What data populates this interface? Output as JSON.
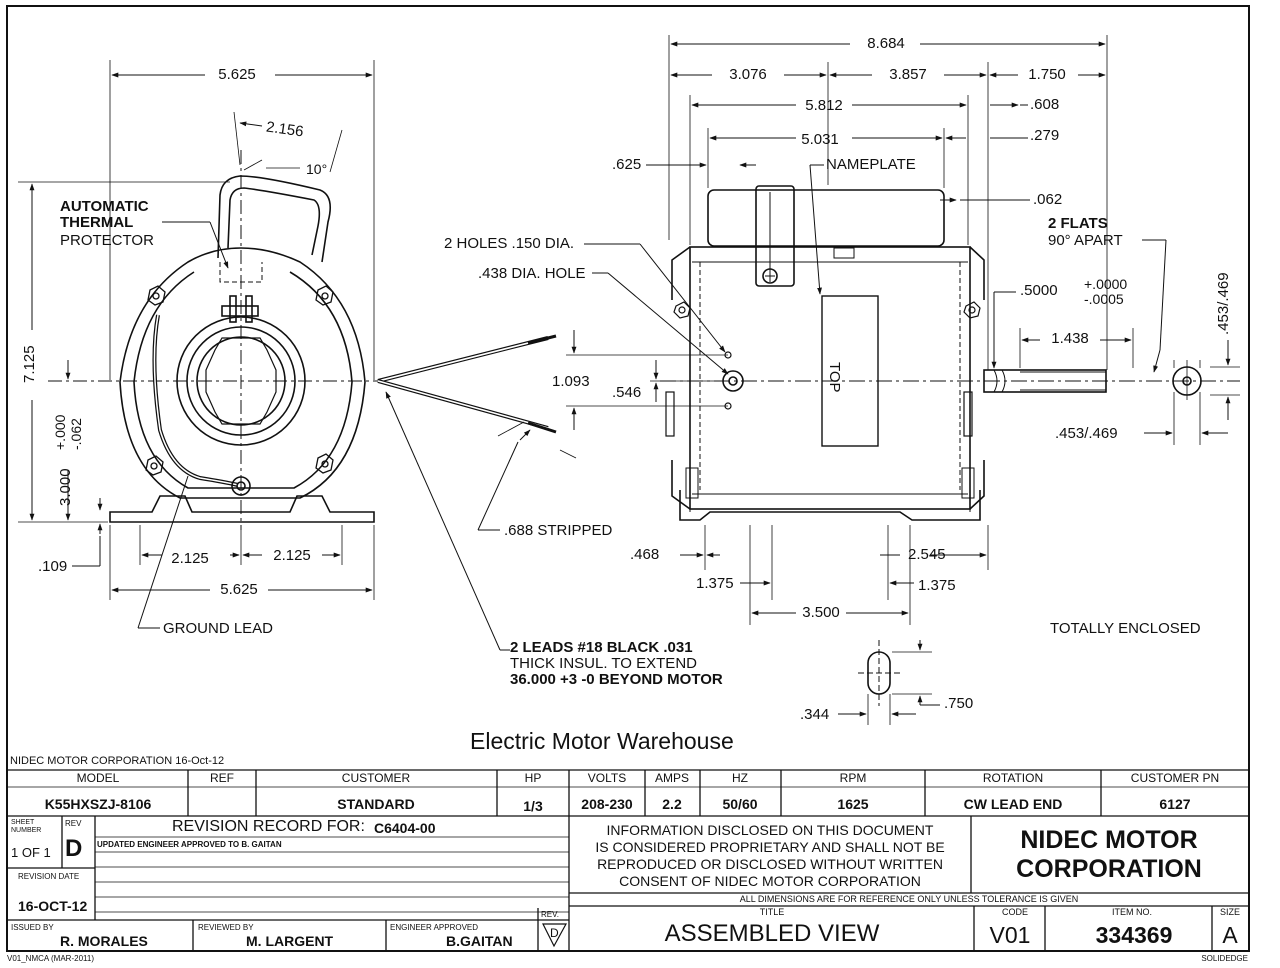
{
  "drawing": {
    "front_view": {
      "dim_width_top": "5.625",
      "dim_2156": "2.156",
      "dim_angle": "10°",
      "thermal_line1": "AUTOMATIC",
      "thermal_line2": "THERMAL",
      "thermal_line3": "PROTECTOR",
      "dim_height": "7.125",
      "tol_plus": "+.000",
      "tol_minus": "-.062",
      "dim_3000": "3.000",
      "dim_109": ".109",
      "dim_2125_left": "2.125",
      "dim_2125_right": "2.125",
      "dim_width_bottom": "5.625",
      "ground_lead": "GROUND LEAD"
    },
    "leads": {
      "holes": "2 HOLES .150 DIA.",
      "hole438": ".438 DIA. HOLE",
      "dim_1093": "1.093",
      "dim_546": ".546",
      "stripped": ".688 STRIPPED",
      "lead_line1": "2 LEADS #18 BLACK .031",
      "lead_line2": "THICK INSUL. TO EXTEND",
      "lead_line3": "36.000 +3 -0 BEYOND MOTOR"
    },
    "side_view": {
      "dim_8684": "8.684",
      "dim_3076": "3.076",
      "dim_3857": "3.857",
      "dim_1750": "1.750",
      "dim_5812": "5.812",
      "dim_608": ".608",
      "dim_5031": "5.031",
      "dim_279": ".279",
      "dim_625": ".625",
      "nameplate": "NAMEPLATE",
      "dim_062": ".062",
      "flats_line1": "2 FLATS",
      "flats_line2": "90° APART",
      "dim_5000": ".5000",
      "tol2_plus": "+.0000",
      "tol2_minus": "-.0005",
      "dim_1438": "1.438",
      "top_label": "TOP",
      "dim_453_469_v": ".453/.469",
      "dim_453_469_h": ".453/.469",
      "dim_468": ".468",
      "dim_2545": "2.545",
      "dim_1375_left": "1.375",
      "dim_1375_right": "1.375",
      "dim_3500": "3.500",
      "dim_344": ".344",
      "dim_750": ".750",
      "enclosure": "TOTALLY ENCLOSED"
    },
    "watermark": "Electric Motor Warehouse"
  },
  "title_block": {
    "header_line": "NIDEC MOTOR CORPORATION 16-Oct-12",
    "columns": [
      {
        "head": "MODEL",
        "value": "K55HXSZJ-8106"
      },
      {
        "head": "REF",
        "value": ""
      },
      {
        "head": "CUSTOMER",
        "value": "STANDARD"
      },
      {
        "head": "HP",
        "value": "1/3"
      },
      {
        "head": "VOLTS",
        "value": "208-230"
      },
      {
        "head": "AMPS",
        "value": "2.2"
      },
      {
        "head": "HZ",
        "value": "50/60"
      },
      {
        "head": "RPM",
        "value": "1625"
      },
      {
        "head": "ROTATION",
        "value": "CW LEAD END"
      },
      {
        "head": "CUSTOMER PN",
        "value": "6127"
      }
    ],
    "sheet_number_label": "SHEET NUMBER",
    "sheet_number": "1 OF 1",
    "rev_label": "REV",
    "rev": "D",
    "revision_record_label": "REVISION RECORD FOR:",
    "revision_record_value": "C6404-00",
    "revision_note": "UPDATED ENGINEER APPROVED TO B. GAITAN",
    "revision_date_label": "REVISION DATE",
    "revision_date": "16-OCT-12",
    "disclaimer": [
      "INFORMATION DISCLOSED ON THIS DOCUMENT",
      "IS CONSIDERED PROPRIETARY AND SHALL NOT BE",
      "REPRODUCED OR DISCLOSED WITHOUT WRITTEN",
      "CONSENT OF NIDEC MOTOR CORPORATION"
    ],
    "company_line1": "NIDEC MOTOR",
    "company_line2": "CORPORATION",
    "reference_note": "ALL DIMENSIONS ARE FOR REFERENCE ONLY UNLESS TOLERANCE IS GIVEN",
    "issued_by_label": "ISSUED BY",
    "issued_by": "R. MORALES",
    "reviewed_by_label": "REVIEWED BY",
    "reviewed_by": "M. LARGENT",
    "engineer_label": "ENGINEER APPROVED",
    "engineer": "B.GAITAN",
    "rev_small_label": "REV.",
    "rev_small": "D",
    "title_label": "TITLE",
    "title": "ASSEMBLED VIEW",
    "code_label": "CODE",
    "code": "V01",
    "item_label": "ITEM NO.",
    "item": "334369",
    "size_label": "SIZE",
    "size": "A",
    "form_id": "V01_NMCA (MAR-2011)",
    "solid_edge": "SOLIDEDGE"
  }
}
